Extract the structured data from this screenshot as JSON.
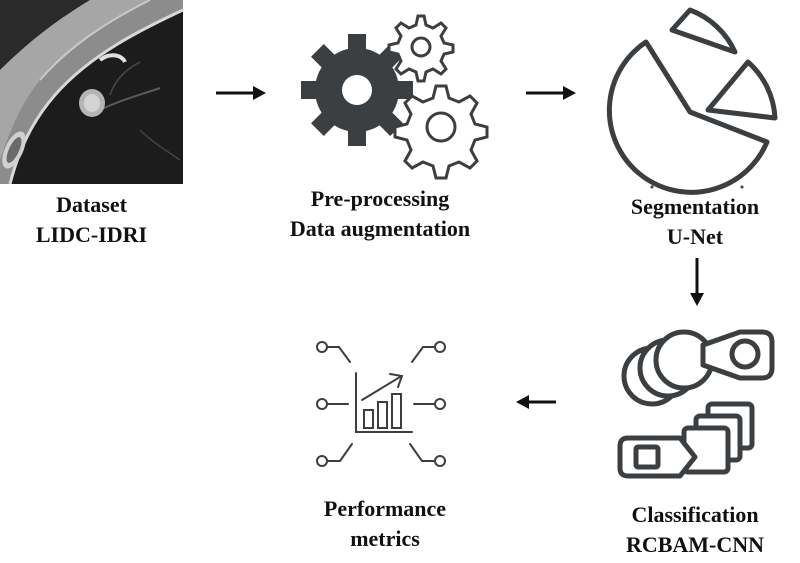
{
  "colors": {
    "ink": "#3b3f42",
    "arrow": "#111111",
    "ct_dark": "#1a1a1a",
    "ct_tissue": "#9a9a9a"
  },
  "steps": {
    "dataset": {
      "line1": "Dataset",
      "line2": "LIDC-IDRI",
      "icon": "ct-scan-image"
    },
    "preprocessing": {
      "line1": "Pre-processing",
      "line2": "Data augmentation",
      "icon": "gears-icon"
    },
    "segmentation": {
      "line1": "Segmentation",
      "line2": "U-Net",
      "icon": "pie-chart-icon"
    },
    "classification": {
      "line1": "Classification",
      "line2": "RCBAM-CNN",
      "icon": "shapes-categories-icon"
    },
    "performance": {
      "line1": "Performance",
      "line2": "metrics",
      "icon": "metrics-chart-icon"
    }
  }
}
